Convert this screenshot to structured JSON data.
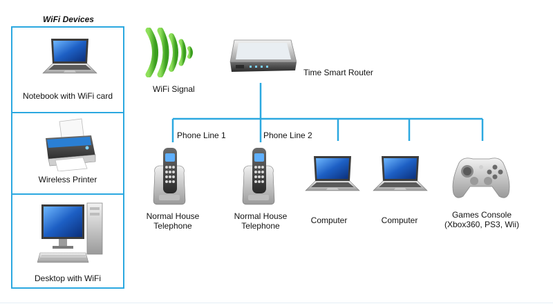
{
  "sidebar": {
    "title": "WiFi Devices",
    "items": [
      {
        "label": "Notebook with WiFi card",
        "icon": "laptop-icon"
      },
      {
        "label": "Wireless Printer",
        "icon": "printer-icon"
      },
      {
        "label": "Desktop with WiFi",
        "icon": "desktop-icon"
      }
    ]
  },
  "network": {
    "signal_label": "WiFi Signal",
    "router_label": "Time Smart Router",
    "line1_label": "Phone Line 1",
    "line2_label": "Phone Line 2",
    "devices": [
      {
        "label": "Normal House\nTelephone",
        "icon": "telephone-icon"
      },
      {
        "label": "Normal House\nTelephone",
        "icon": "telephone-icon"
      },
      {
        "label": "Computer",
        "icon": "laptop-icon"
      },
      {
        "label": "Computer",
        "icon": "laptop-icon"
      },
      {
        "label": "Games Console\n(Xbox360, PS3, Wii)",
        "icon": "gamepad-icon"
      }
    ]
  },
  "colors": {
    "line_blue": "#2ba8e0",
    "signal_green": "#5fc236",
    "screen_blue": "#1d5fc4"
  }
}
